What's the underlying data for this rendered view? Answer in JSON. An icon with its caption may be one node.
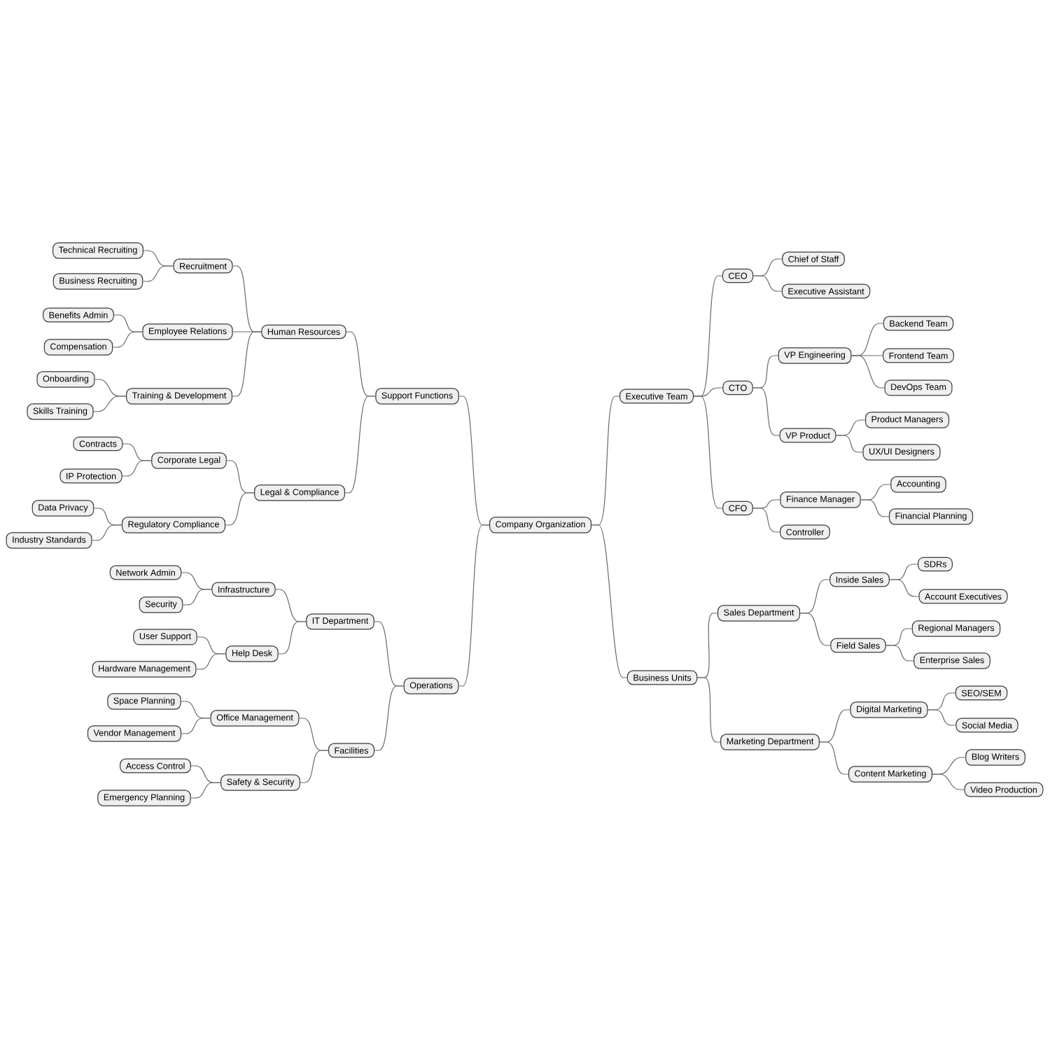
{
  "diagram": {
    "nodes": [
      {
        "text": [
          "Company Organization"
        ]
      },
      {
        "text": [
          "Support Functions"
        ]
      },
      {
        "text": [
          "Human Resources"
        ]
      },
      {
        "text": [
          "Recruitment"
        ]
      },
      {
        "text": [
          "Technical Recruiting"
        ]
      },
      {
        "text": [
          "Business Recruiting"
        ]
      },
      {
        "text": [
          "Employee Relations"
        ]
      },
      {
        "text": [
          "Benefits Admin"
        ]
      },
      {
        "text": [
          "Compensation"
        ]
      },
      {
        "text": [
          "Training & Development"
        ]
      },
      {
        "text": [
          "Onboarding"
        ]
      },
      {
        "text": [
          "Skills Training"
        ]
      },
      {
        "text": [
          "Legal & Compliance"
        ]
      },
      {
        "text": [
          "Corporate Legal"
        ]
      },
      {
        "text": [
          "Contracts"
        ]
      },
      {
        "text": [
          "IP Protection"
        ]
      },
      {
        "text": [
          "Regulatory Compliance"
        ]
      },
      {
        "text": [
          "Data Privacy"
        ]
      },
      {
        "text": [
          "Industry Standards"
        ]
      },
      {
        "text": [
          "Operations"
        ]
      },
      {
        "text": [
          "IT Department"
        ]
      },
      {
        "text": [
          "Infrastructure"
        ]
      },
      {
        "text": [
          "Network Admin"
        ]
      },
      {
        "text": [
          "Security"
        ]
      },
      {
        "text": [
          "Help Desk"
        ]
      },
      {
        "text": [
          "User Support"
        ]
      },
      {
        "text": [
          "Hardware Management"
        ]
      },
      {
        "text": [
          "Facilities"
        ]
      },
      {
        "text": [
          "Office Management"
        ]
      },
      {
        "text": [
          "Space Planning"
        ]
      },
      {
        "text": [
          "Vendor Management"
        ]
      },
      {
        "text": [
          "Safety & Security"
        ]
      },
      {
        "text": [
          "Access Control"
        ]
      },
      {
        "text": [
          "Emergency Planning"
        ]
      },
      {
        "text": [
          "Executive Team"
        ]
      },
      {
        "text": [
          "CEO"
        ]
      },
      {
        "text": [
          "Chief of Staff"
        ]
      },
      {
        "text": [
          "Executive Assistant"
        ]
      },
      {
        "text": [
          "CTO"
        ]
      },
      {
        "text": [
          "VP Engineering"
        ]
      },
      {
        "text": [
          "Backend Team"
        ]
      },
      {
        "text": [
          "Frontend Team"
        ]
      },
      {
        "text": [
          "DevOps Team"
        ]
      },
      {
        "text": [
          "VP Product"
        ]
      },
      {
        "text": [
          "Product Managers"
        ]
      },
      {
        "text": [
          "UX/UI Designers"
        ]
      },
      {
        "text": [
          "CFO"
        ]
      },
      {
        "text": [
          "Finance Manager"
        ]
      },
      {
        "text": [
          "Accounting"
        ]
      },
      {
        "text": [
          "Financial Planning"
        ]
      },
      {
        "text": [
          "Controller"
        ]
      },
      {
        "text": [
          "Business Units"
        ]
      },
      {
        "text": [
          "Sales Department"
        ]
      },
      {
        "text": [
          "Inside Sales"
        ]
      },
      {
        "text": [
          "SDRs"
        ]
      },
      {
        "text": [
          "Account Executives"
        ]
      },
      {
        "text": [
          "Field Sales"
        ]
      },
      {
        "text": [
          "Regional Managers"
        ]
      },
      {
        "text": [
          "Enterprise Sales"
        ]
      },
      {
        "text": [
          "Marketing Department"
        ]
      },
      {
        "text": [
          "Digital Marketing"
        ]
      },
      {
        "text": [
          "SEO/SEM"
        ]
      },
      {
        "text": [
          "Social Media"
        ]
      },
      {
        "text": [
          "Content Marketing"
        ]
      },
      {
        "text": [
          "Blog Writers"
        ]
      },
      {
        "text": [
          "Video Production"
        ]
      }
    ],
    "edges": [
      {
        "from": 0,
        "to": 1,
        "arrow": "none"
      },
      {
        "from": 1,
        "to": 2,
        "arrow": "none"
      },
      {
        "from": 2,
        "to": 3,
        "arrow": "none"
      },
      {
        "from": 3,
        "to": 4,
        "arrow": "none"
      },
      {
        "from": 3,
        "to": 5,
        "arrow": "none"
      },
      {
        "from": 2,
        "to": 6,
        "arrow": "none"
      },
      {
        "from": 6,
        "to": 7,
        "arrow": "none"
      },
      {
        "from": 6,
        "to": 8,
        "arrow": "none"
      },
      {
        "from": 2,
        "to": 9,
        "arrow": "none"
      },
      {
        "from": 9,
        "to": 10,
        "arrow": "none"
      },
      {
        "from": 9,
        "to": 11,
        "arrow": "none"
      },
      {
        "from": 1,
        "to": 12,
        "arrow": "none"
      },
      {
        "from": 12,
        "to": 13,
        "arrow": "none"
      },
      {
        "from": 13,
        "to": 14,
        "arrow": "none"
      },
      {
        "from": 13,
        "to": 15,
        "arrow": "none"
      },
      {
        "from": 12,
        "to": 16,
        "arrow": "none"
      },
      {
        "from": 16,
        "to": 17,
        "arrow": "none"
      },
      {
        "from": 16,
        "to": 18,
        "arrow": "none"
      },
      {
        "from": 0,
        "to": 19,
        "arrow": "none"
      },
      {
        "from": 19,
        "to": 20,
        "arrow": "none"
      },
      {
        "from": 20,
        "to": 21,
        "arrow": "none"
      },
      {
        "from": 21,
        "to": 22,
        "arrow": "none"
      },
      {
        "from": 21,
        "to": 23,
        "arrow": "none"
      },
      {
        "from": 20,
        "to": 24,
        "arrow": "none"
      },
      {
        "from": 24,
        "to": 25,
        "arrow": "none"
      },
      {
        "from": 24,
        "to": 26,
        "arrow": "none"
      },
      {
        "from": 19,
        "to": 27,
        "arrow": "none"
      },
      {
        "from": 27,
        "to": 28,
        "arrow": "none"
      },
      {
        "from": 28,
        "to": 29,
        "arrow": "none"
      },
      {
        "from": 28,
        "to": 30,
        "arrow": "none"
      },
      {
        "from": 27,
        "to": 31,
        "arrow": "none"
      },
      {
        "from": 31,
        "to": 32,
        "arrow": "none"
      },
      {
        "from": 31,
        "to": 33,
        "arrow": "none"
      },
      {
        "from": 0,
        "to": 34,
        "arrow": "none"
      },
      {
        "from": 34,
        "to": 35,
        "arrow": "none"
      },
      {
        "from": 35,
        "to": 36,
        "arrow": "none"
      },
      {
        "from": 35,
        "to": 37,
        "arrow": "none"
      },
      {
        "from": 34,
        "to": 38,
        "arrow": "none"
      },
      {
        "from": 38,
        "to": 39,
        "arrow": "none"
      },
      {
        "from": 39,
        "to": 40,
        "arrow": "none"
      },
      {
        "from": 39,
        "to": 41,
        "arrow": "none"
      },
      {
        "from": 39,
        "to": 42,
        "arrow": "none"
      },
      {
        "from": 38,
        "to": 43,
        "arrow": "none"
      },
      {
        "from": 43,
        "to": 44,
        "arrow": "none"
      },
      {
        "from": 43,
        "to": 45,
        "arrow": "none"
      },
      {
        "from": 34,
        "to": 46,
        "arrow": "none"
      },
      {
        "from": 46,
        "to": 47,
        "arrow": "none"
      },
      {
        "from": 47,
        "to": 48,
        "arrow": "none"
      },
      {
        "from": 47,
        "to": 49,
        "arrow": "none"
      },
      {
        "from": 46,
        "to": 50,
        "arrow": "none"
      },
      {
        "from": 0,
        "to": 51,
        "arrow": "none"
      },
      {
        "from": 51,
        "to": 52,
        "arrow": "none"
      },
      {
        "from": 52,
        "to": 53,
        "arrow": "none"
      },
      {
        "from": 53,
        "to": 54,
        "arrow": "none"
      },
      {
        "from": 53,
        "to": 55,
        "arrow": "none"
      },
      {
        "from": 52,
        "to": 56,
        "arrow": "none"
      },
      {
        "from": 56,
        "to": 57,
        "arrow": "none"
      },
      {
        "from": 56,
        "to": 58,
        "arrow": "none"
      },
      {
        "from": 51,
        "to": 59,
        "arrow": "none"
      },
      {
        "from": 59,
        "to": 60,
        "arrow": "none"
      },
      {
        "from": 60,
        "to": 61,
        "arrow": "none"
      },
      {
        "from": 60,
        "to": 62,
        "arrow": "none"
      },
      {
        "from": 59,
        "to": 63,
        "arrow": "none"
      },
      {
        "from": 63,
        "to": 64,
        "arrow": "none"
      },
      {
        "from": 63,
        "to": 65,
        "arrow": "none"
      }
    ]
  }
}
